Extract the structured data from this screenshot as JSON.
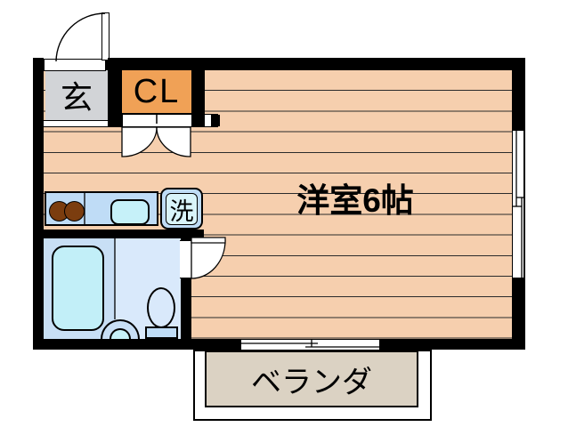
{
  "plan": {
    "rooms": {
      "entrance_label": "玄",
      "closet_label": "CL",
      "washer_label": "洗",
      "main_room_label": "洋室6帖",
      "veranda_label": "ベランダ"
    },
    "colors": {
      "wall": "#000000",
      "flooring": "#F6CFAE",
      "floor_line": "#2B2B2B",
      "entrance_gray": "#D2D4D7",
      "closet_orange": "#F0A156",
      "fixture_blue": "#BFDCF6",
      "fixture_cyan": "#C6F1F9",
      "bath_floor": "#C8DFF5",
      "toilet_floor": "#D9E9FB",
      "washer_inner": "#D9F4FA",
      "burner_brown": "#7B3D0F",
      "veranda_beige": "#DBD2C3",
      "background": "#FFFFFF"
    }
  }
}
